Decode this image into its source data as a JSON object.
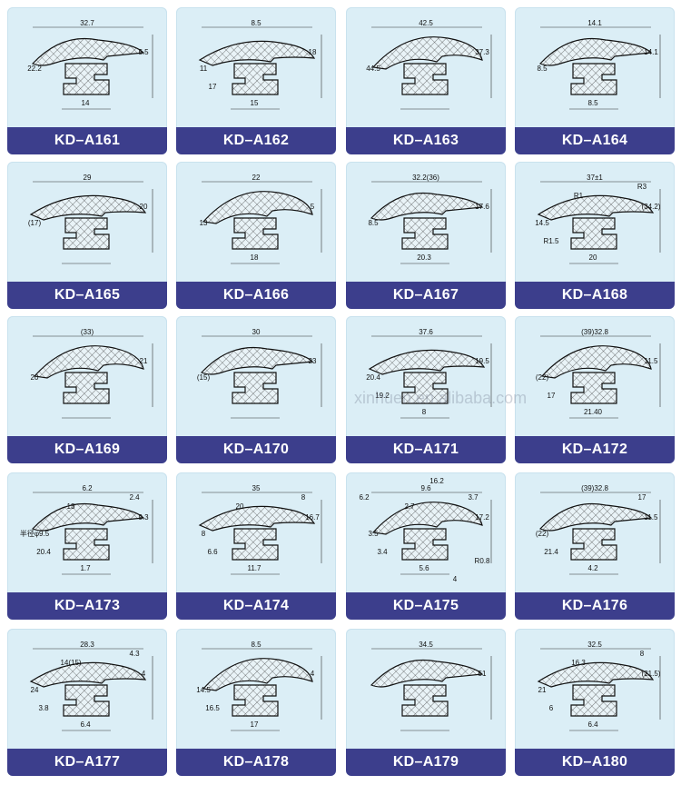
{
  "colors": {
    "card_bg": "#dbeef6",
    "label_bg": "#3c3e8c",
    "label_text": "#ffffff"
  },
  "watermark": "xinhuen.en.alibaba.com",
  "cards": [
    {
      "code": "KD–A161",
      "dims": [
        "32.7",
        "5.5",
        "22.2",
        "14"
      ]
    },
    {
      "code": "KD–A162",
      "dims": [
        "8.5",
        "18",
        "11",
        "15",
        "17"
      ]
    },
    {
      "code": "KD–A163",
      "dims": [
        "42.5",
        "37.3",
        "44.5"
      ]
    },
    {
      "code": "KD–A164",
      "dims": [
        "14.1",
        "14.1",
        "8.5",
        "8.5"
      ]
    },
    {
      "code": "KD–A165",
      "dims": [
        "29",
        "20",
        "(17)"
      ]
    },
    {
      "code": "KD–A166",
      "dims": [
        "22",
        "5",
        "13",
        "18"
      ]
    },
    {
      "code": "KD–A167",
      "dims": [
        "32.2(36)",
        "17.6",
        "8.5",
        "20.3"
      ]
    },
    {
      "code": "KD–A168",
      "dims": [
        "37±1",
        "(34.2)",
        "14.5",
        "20",
        "R1.5",
        "R3",
        "R1"
      ]
    },
    {
      "code": "KD–A169",
      "dims": [
        "(33)",
        "21",
        "20"
      ]
    },
    {
      "code": "KD–A170",
      "dims": [
        "30",
        "23",
        "(15)"
      ]
    },
    {
      "code": "KD–A171",
      "dims": [
        "37.6",
        "19.5",
        "20.4",
        "8",
        "19.2"
      ]
    },
    {
      "code": "KD–A172",
      "dims": [
        "(39)32.8",
        "11.5",
        "(22)",
        "21.40",
        "17"
      ]
    },
    {
      "code": "KD–A173",
      "dims": [
        "6.2",
        "9.3",
        "半径φ9.5",
        "1.7",
        "20.4",
        "2.4",
        "13"
      ]
    },
    {
      "code": "KD–A174",
      "dims": [
        "35",
        "16.7",
        "8",
        "11.7",
        "6.6",
        "8",
        "20"
      ]
    },
    {
      "code": "KD–A175",
      "dims": [
        "9.6",
        "17.2",
        "3.5",
        "5.6",
        "3.4",
        "3.7",
        "2.7",
        "4",
        "6.2",
        "R0.8",
        "16.2"
      ]
    },
    {
      "code": "KD–A176",
      "dims": [
        "(39)32.8",
        "11.5",
        "(22)",
        "4.2",
        "21.4",
        "17"
      ]
    },
    {
      "code": "KD–A177",
      "dims": [
        "28.3",
        "4",
        "24",
        "6.4",
        "3.8",
        "4.3",
        "14(15)"
      ]
    },
    {
      "code": "KD–A178",
      "dims": [
        "8.5",
        "4",
        "14.5",
        "17",
        "16.5"
      ]
    },
    {
      "code": "KD–A179",
      "dims": [
        "34.5",
        "51"
      ]
    },
    {
      "code": "KD–A180",
      "dims": [
        "32.5",
        "(21.5)",
        "21",
        "6.4",
        "6",
        "8",
        "16.3"
      ]
    }
  ]
}
